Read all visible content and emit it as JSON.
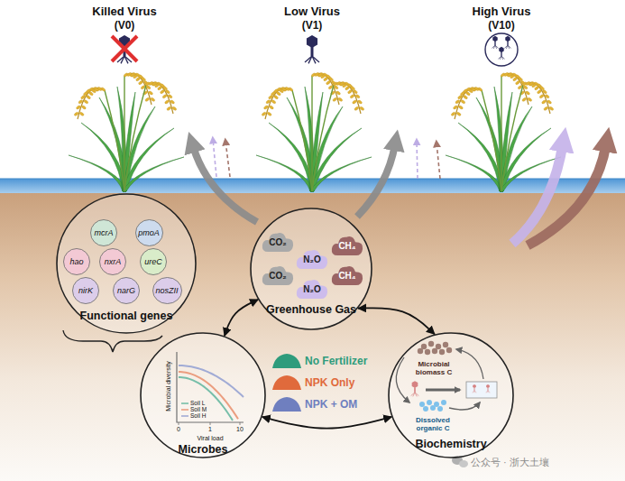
{
  "diagram": {
    "nodes": [
      {
        "text": [
          "Functional genes"
        ]
      },
      {
        "text": [
          "mcrA"
        ],
        "in": 0
      },
      {
        "text": [
          "pmoA"
        ],
        "in": 0
      },
      {
        "text": [
          "hao"
        ],
        "in": 0
      },
      {
        "text": [
          "nxrA"
        ],
        "in": 0
      },
      {
        "text": [
          "ureC"
        ],
        "in": 0
      },
      {
        "text": [
          "nirK"
        ],
        "in": 0
      },
      {
        "text": [
          "narG"
        ],
        "in": 0
      },
      {
        "text": [
          "nosZII"
        ],
        "in": 0
      },
      {
        "text": [
          "Greenhouse Gas"
        ]
      },
      {
        "text": [
          "CO₂"
        ],
        "in": 9
      },
      {
        "text": [
          "CO₂"
        ],
        "in": 9
      },
      {
        "text": [
          "N₂O"
        ],
        "in": 9
      },
      {
        "text": [
          "N₂O"
        ],
        "in": 9
      },
      {
        "text": [
          "CH₄"
        ],
        "in": 9
      },
      {
        "text": [
          "CH₄"
        ],
        "in": 9
      },
      {
        "text": [
          "Microbes"
        ]
      },
      {
        "text": [
          "Biochemistry"
        ]
      }
    ],
    "edges": [
      {
        "from": 16,
        "to": 9,
        "arrow": "both"
      },
      {
        "from": 9,
        "to": 17,
        "arrow": "both"
      },
      {
        "from": 16,
        "to": 17,
        "arrow": "both"
      }
    ],
    "labels": [
      "Killed Virus",
      "(V0)",
      "Low Virus",
      "(V1)",
      "High Virus",
      "(V10)",
      "Microbial diversity",
      "0",
      "1",
      "10",
      "Viral load",
      "Soil L",
      "Soil M",
      "Soil H",
      "L",
      "M",
      "H",
      "Microbial biomass C",
      "Dissolved organic C",
      "公众号 · 浙大土壤"
    ],
    "legend": [
      {
        "text": "No Fertilizer",
        "color": "#2e9c7c"
      },
      {
        "text": "NPK Only",
        "color": "#e06a3c"
      },
      {
        "text": "NPK + OM",
        "color": "#6f7fbf"
      }
    ]
  }
}
